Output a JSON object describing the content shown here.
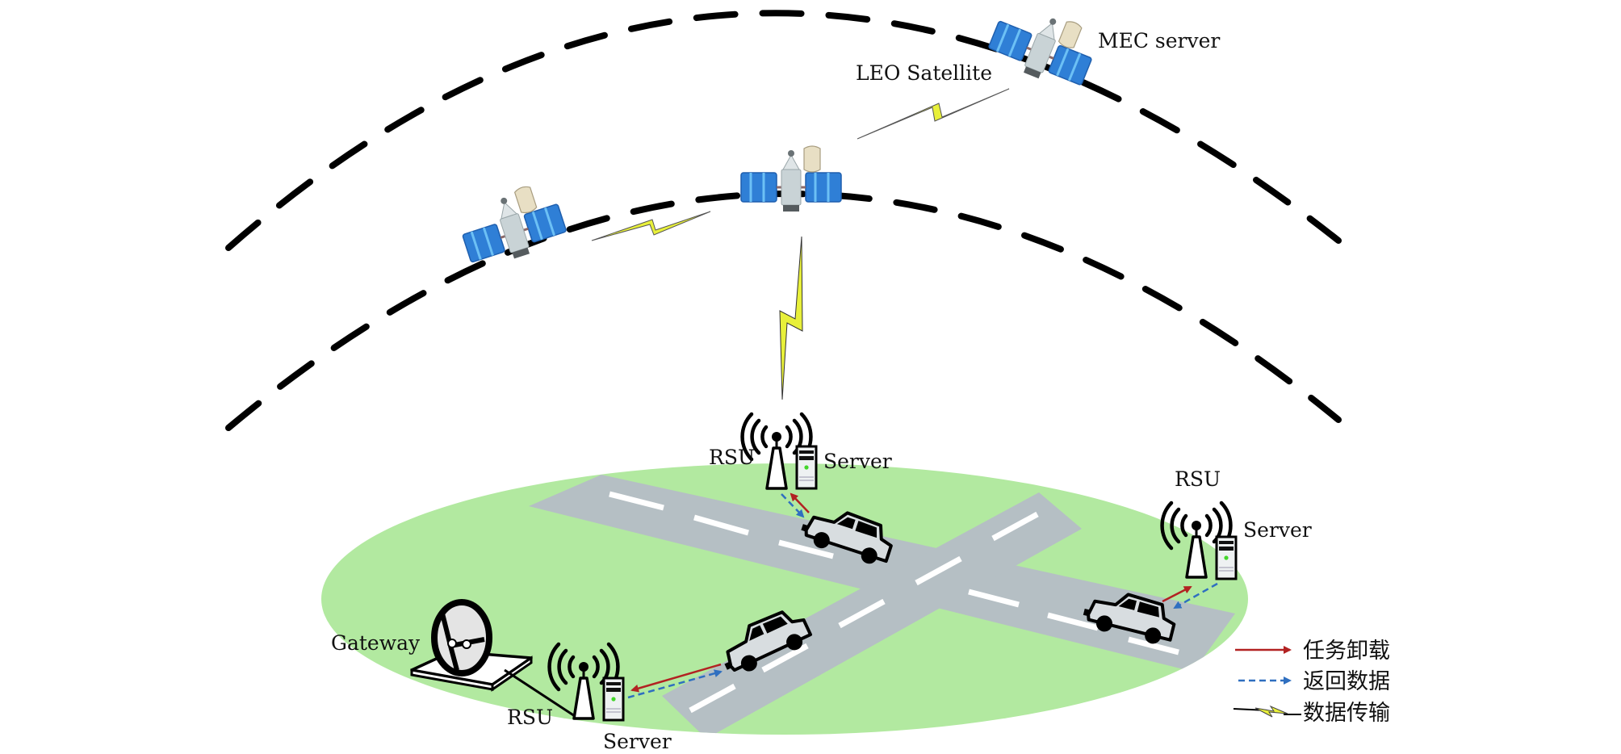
{
  "diagram": {
    "title": "Satellite-terrestrial MEC vehicular network",
    "colors": {
      "ground": "#b2e9a0",
      "road": "#b5bfc4",
      "lane_mark": "#ffffff",
      "offload_arrow": "#b22222",
      "return_arrow": "#2f6fc0",
      "lightning": "#e8f03a",
      "solar_panel": "#2f7fd6",
      "orbit": "#000000"
    },
    "labels": {
      "leo_satellite": "LEO Satellite",
      "mec_server": "MEC server",
      "gateway": "Gateway",
      "rsu_center": "RSU",
      "server_center": "Server",
      "rsu_right": "RSU",
      "server_right": "Server",
      "rsu_left": "RSU",
      "server_left": "Server"
    },
    "legend": [
      {
        "key": "offload",
        "label": "任务卸载",
        "style": "solid-red-arrow"
      },
      {
        "key": "return",
        "label": "返回数据",
        "style": "dashed-blue-arrow"
      },
      {
        "key": "transmit",
        "label": "数据传输",
        "style": "yellow-lightning"
      }
    ],
    "nodes": {
      "satellites": [
        "satellite-top-right",
        "satellite-middle",
        "satellite-left"
      ],
      "rsus": [
        "rsu-center",
        "rsu-right",
        "rsu-left"
      ],
      "vehicles": [
        "car-center",
        "car-middle",
        "car-right"
      ],
      "gateway": "gateway-dish"
    },
    "links": [
      {
        "from": "satellite-top-right",
        "to": "satellite-middle",
        "type": "transmit"
      },
      {
        "from": "satellite-middle",
        "to": "satellite-left",
        "type": "transmit"
      },
      {
        "from": "satellite-middle",
        "to": "rsu-center",
        "type": "transmit"
      },
      {
        "from": "car-center",
        "to": "rsu-center",
        "type": "offload"
      },
      {
        "from": "rsu-center",
        "to": "car-center",
        "type": "return"
      },
      {
        "from": "car-right",
        "to": "rsu-right",
        "type": "offload"
      },
      {
        "from": "rsu-right",
        "to": "car-right",
        "type": "return"
      },
      {
        "from": "car-middle",
        "to": "rsu-left",
        "type": "offload"
      },
      {
        "from": "rsu-left",
        "to": "car-middle",
        "type": "return"
      },
      {
        "from": "rsu-left",
        "to": "gateway-dish",
        "type": "wired"
      }
    ]
  }
}
